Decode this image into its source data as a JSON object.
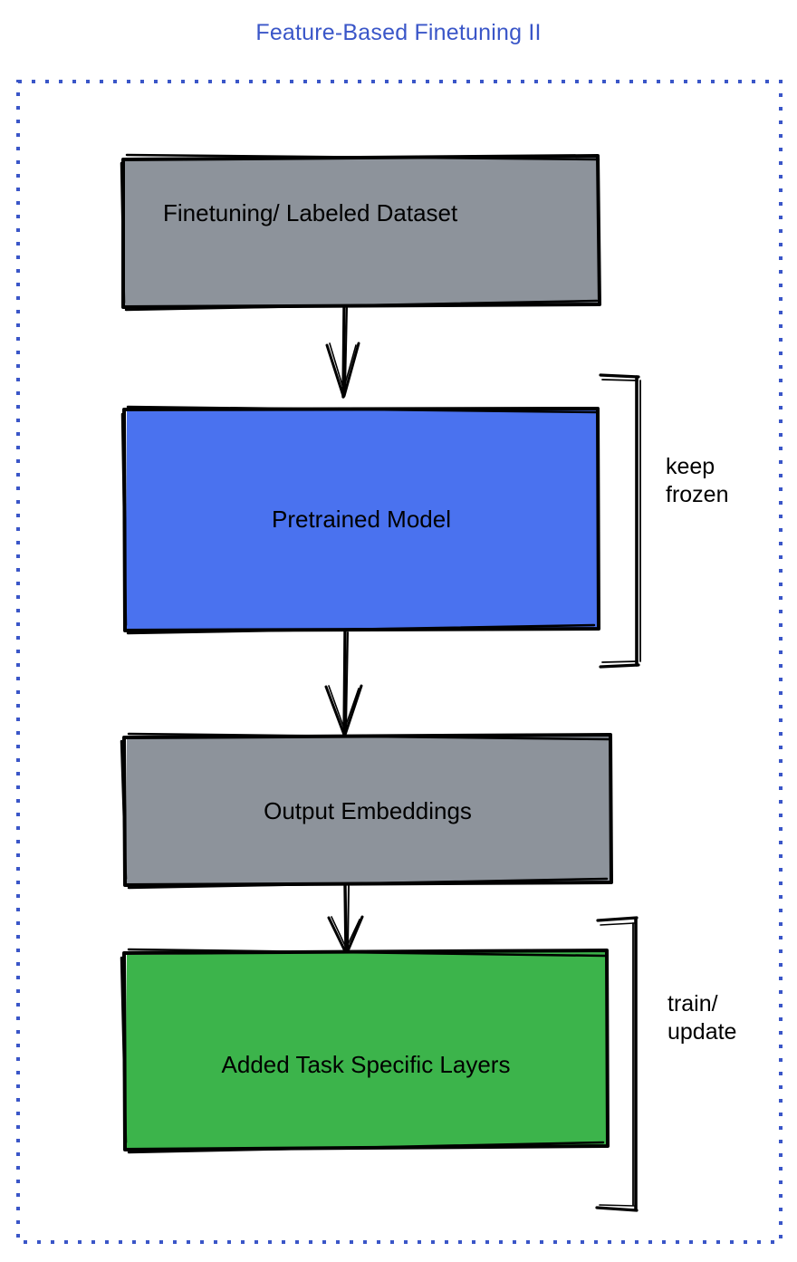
{
  "title": "Feature-Based Finetuning II",
  "colors": {
    "title": "#3a56c8",
    "border_dashed": "#3a56c8",
    "gray_fill": "#8d939b",
    "blue_fill": "#4a72ef",
    "green_fill": "#3cb44b",
    "stroke": "#000000",
    "background": "#ffffff"
  },
  "boundary": {
    "name": "dashed-container",
    "style": "dashed"
  },
  "nodes": [
    {
      "id": "dataset",
      "label": "Finetuning/ Labeled Dataset",
      "fill": "gray"
    },
    {
      "id": "pretrained-model",
      "label": "Pretrained Model",
      "fill": "blue"
    },
    {
      "id": "output-embeddings",
      "label": "Output Embeddings",
      "fill": "gray"
    },
    {
      "id": "task-layers",
      "label": "Added Task Specific Layers",
      "fill": "green"
    }
  ],
  "annotations": [
    {
      "id": "keep-frozen",
      "line1": "keep",
      "line2": "frozen",
      "target": "pretrained-model"
    },
    {
      "id": "train-update",
      "line1": "train/",
      "line2": "update",
      "target": "task-layers"
    }
  ],
  "arrows": [
    {
      "from": "dataset",
      "to": "pretrained-model"
    },
    {
      "from": "pretrained-model",
      "to": "output-embeddings"
    },
    {
      "from": "output-embeddings",
      "to": "task-layers"
    }
  ]
}
